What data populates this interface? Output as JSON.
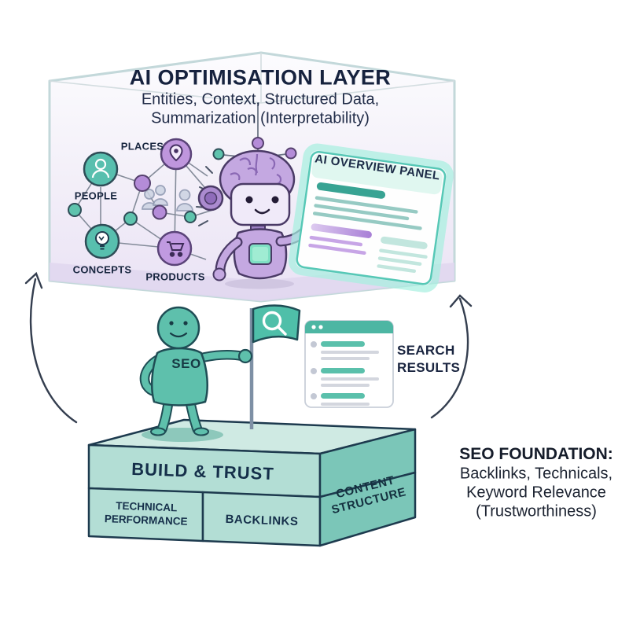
{
  "colors": {
    "teal": "#4fbfa9",
    "teal_dark": "#38a393",
    "purple": "#b48cd8",
    "lavender_box": "#efe9f7",
    "navy_text": "#1b2a47",
    "platform_front": "#b3ded5",
    "platform_side": "#7bc6b8",
    "platform_top": "#cfeae3",
    "panel_glow": "#a7f0e0"
  },
  "ai_layer": {
    "title": "AI OPTIMISATION LAYER",
    "subtitle_line1": "Entities, Context, Structured Data,",
    "subtitle_line2": "Summarization (Interpretability)",
    "graph": {
      "nodes": [
        {
          "label": "PLACES",
          "icon": "location-pin-icon",
          "color": "#bf96dd"
        },
        {
          "label": "PEOPLE",
          "icon": "person-icon",
          "color": "#58bfae"
        },
        {
          "label": "CONCEPTS",
          "icon": "lightbulb-icon",
          "color": "#58bfae"
        },
        {
          "label": "PRODUCTS",
          "icon": "cart-icon",
          "color": "#c09ae0"
        }
      ]
    },
    "overview_panel": {
      "title": "AI OVERVIEW PANEL"
    }
  },
  "middle": {
    "figure_label": "SEO",
    "flag_icon": "search-icon",
    "search_results_line1": "SEARCH",
    "search_results_line2": "RESULTS"
  },
  "foundation": {
    "top_block": "BUILD & TRUST",
    "left_block_line1": "TECHNICAL",
    "left_block_line2": "PERFORMANCE",
    "right_block": "BACKLINKS",
    "side_block_line1": "CONTENT",
    "side_block_line2": "STRUCTURE",
    "caption_title": "SEO FOUNDATION:",
    "caption_line1": "Backlinks, Technicals,",
    "caption_line2": "Keyword Relevance",
    "caption_line3": "(Trustworthiness)"
  }
}
